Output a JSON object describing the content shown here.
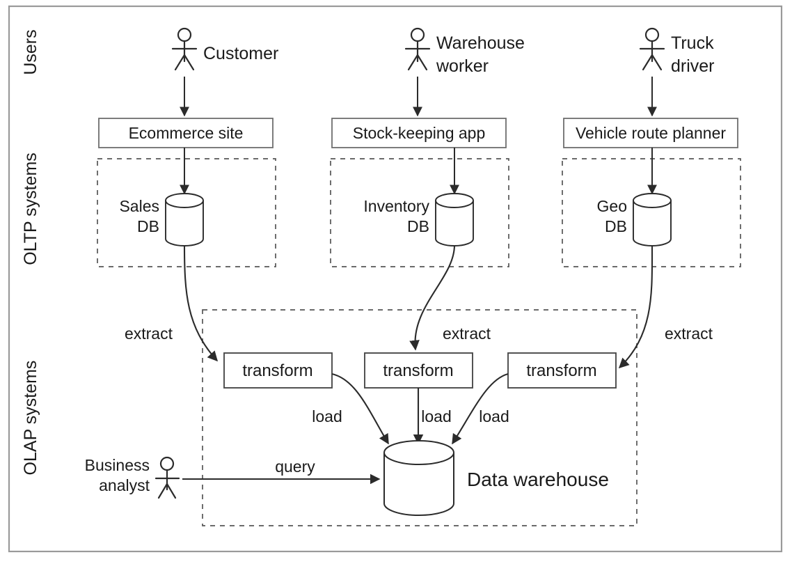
{
  "figure": {
    "title_visible": false,
    "frame": {
      "stroke": "#8c8c8c",
      "fill": "#ffffff"
    },
    "colors": {
      "stroke": "#3a3a3a",
      "box_stroke": "#6e6e6e",
      "dashed_stroke": "#555555",
      "text": "#1a1a1a",
      "background": "#ffffff"
    }
  },
  "lanes": [
    {
      "id": "users",
      "label": "Users"
    },
    {
      "id": "oltp",
      "label": "OLTP systems"
    },
    {
      "id": "olap",
      "label": "OLAP systems"
    }
  ],
  "actors": [
    {
      "id": "customer",
      "label_lines": [
        "Customer"
      ],
      "icon": "stick-figure-icon"
    },
    {
      "id": "warehouse-worker",
      "label_lines": [
        "Warehouse",
        "worker"
      ],
      "icon": "stick-figure-icon"
    },
    {
      "id": "truck-driver",
      "label_lines": [
        "Truck",
        "driver"
      ],
      "icon": "stick-figure-icon"
    },
    {
      "id": "business-analyst",
      "label_lines": [
        "Business",
        "analyst"
      ],
      "icon": "stick-figure-icon"
    }
  ],
  "oltp_systems": [
    {
      "id": "ecommerce",
      "app_label": "Ecommerce site",
      "db_label_lines": [
        "Sales",
        "DB"
      ],
      "db_icon": "database-cylinder-icon"
    },
    {
      "id": "stock-keeping",
      "app_label": "Stock-keeping app",
      "db_label_lines": [
        "Inventory",
        "DB"
      ],
      "db_icon": "database-cylinder-icon"
    },
    {
      "id": "vehicle-route",
      "app_label": "Vehicle route planner",
      "db_label_lines": [
        "Geo",
        "DB"
      ],
      "db_icon": "database-cylinder-icon"
    }
  ],
  "olap": {
    "transforms": [
      {
        "id": "transform-1",
        "label": "transform"
      },
      {
        "id": "transform-2",
        "label": "transform"
      },
      {
        "id": "transform-3",
        "label": "transform"
      }
    ],
    "warehouse": {
      "id": "data-warehouse",
      "label": "Data warehouse",
      "icon": "database-cylinder-icon"
    }
  },
  "edge_labels": {
    "extract_1": "extract",
    "extract_2": "extract",
    "extract_3": "extract",
    "load_1": "load",
    "load_2": "load",
    "load_3": "load",
    "query": "query"
  }
}
